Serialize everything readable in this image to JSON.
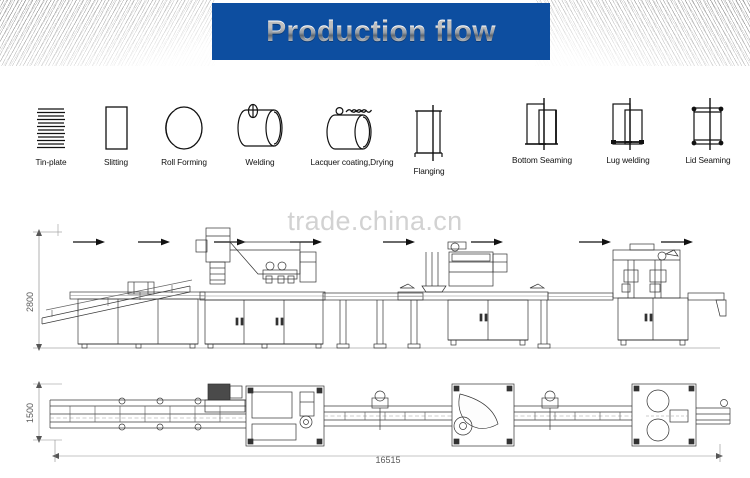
{
  "header": {
    "title": "Production flow",
    "banner_color": "#0d4ea0",
    "background": "#ffffff"
  },
  "watermark": {
    "text": "trade.china.cn",
    "color": "#d2d2d2"
  },
  "flow": {
    "arrow_icon": "right-arrow-icon",
    "steps": [
      {
        "label": "Tin-plate",
        "icon": "tin-plate-stack-icon"
      },
      {
        "label": "Slitting",
        "icon": "rectangle-sheet-icon"
      },
      {
        "label": "Roll Forming",
        "icon": "circle-roll-icon"
      },
      {
        "label": "Welding",
        "icon": "welded-cylinder-icon"
      },
      {
        "label": "Lacquer coating,Drying",
        "icon": "cylinder-drying-heat-icon"
      },
      {
        "label": "Flanging",
        "icon": "flanged-body-icon"
      },
      {
        "label": "Bottom Seaming",
        "icon": "bottom-seam-can-icon"
      },
      {
        "label": "Lug welding",
        "icon": "lug-weld-can-icon"
      },
      {
        "label": "Lid Seaming",
        "icon": "lid-seam-can-icon"
      }
    ]
  },
  "drawings": {
    "elevation": {
      "name": "production-line-elevation-view",
      "height_dimension": "2800"
    },
    "plan": {
      "name": "production-line-plan-view",
      "width_dimension": "1500",
      "length_dimension": "16515"
    }
  }
}
